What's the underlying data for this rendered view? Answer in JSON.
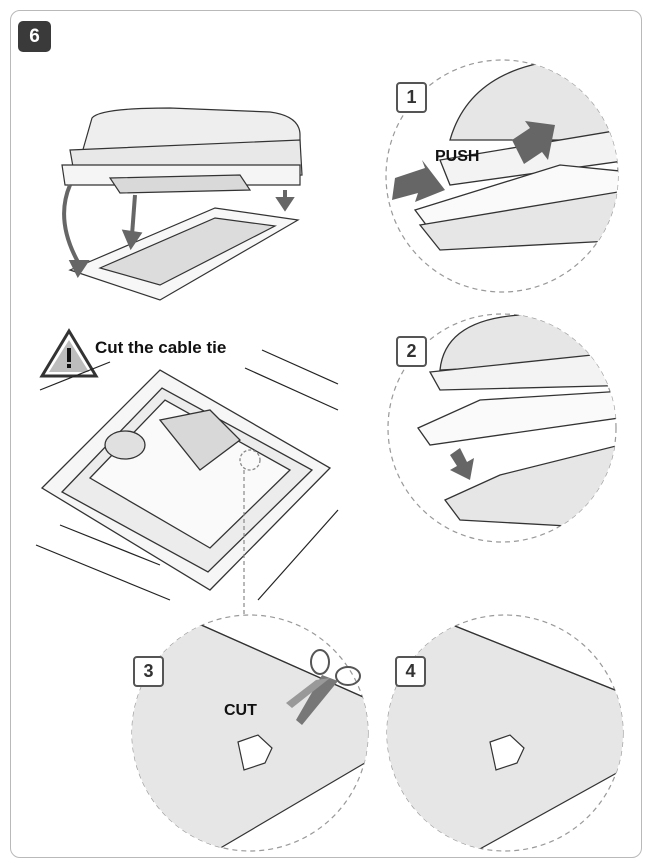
{
  "step_number": "6",
  "substeps": [
    "1",
    "2",
    "3",
    "4"
  ],
  "labels": {
    "warning": "Cut the cable tie",
    "push": "PUSH",
    "cut": "CUT"
  },
  "icons": [
    "warning-triangle-icon",
    "scissors-icon",
    "arrow-icon"
  ],
  "colors": {
    "panel_gray": "#e6e6e6",
    "arrow_gray": "#666666",
    "badge_dark": "#3a3a3a"
  }
}
